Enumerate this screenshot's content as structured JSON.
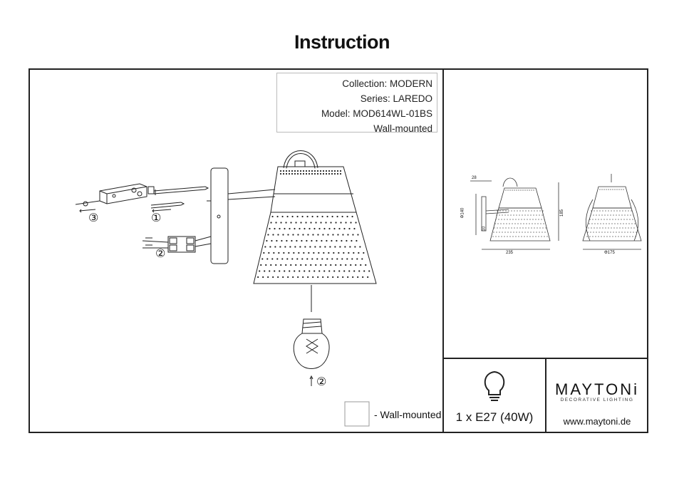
{
  "page": {
    "title": "Instruction"
  },
  "info": {
    "collection": "Collection: MODERN",
    "series": "Series: LAREDO",
    "model": "Model: MOD614WL-01BS",
    "mount": "Wall-mounted"
  },
  "assembly": {
    "steps": [
      "③",
      "①",
      "②",
      "②"
    ]
  },
  "dimensions": {
    "bracket_depth": "28",
    "bracket_height": "Φ140",
    "total_height": "185",
    "total_length": "235",
    "shade_diameter": "Φ175",
    "small_label": "10"
  },
  "legend": {
    "wall_mounted": "- Wall-mounted"
  },
  "bulb": {
    "spec": "1 x E27 (40W)"
  },
  "brand": {
    "name": "MAYTONi",
    "tagline": "DECORATIVE LIGHTING",
    "website": "www.maytoni.de"
  },
  "colors": {
    "line": "#222222",
    "box_border": "#bbbbbb"
  }
}
